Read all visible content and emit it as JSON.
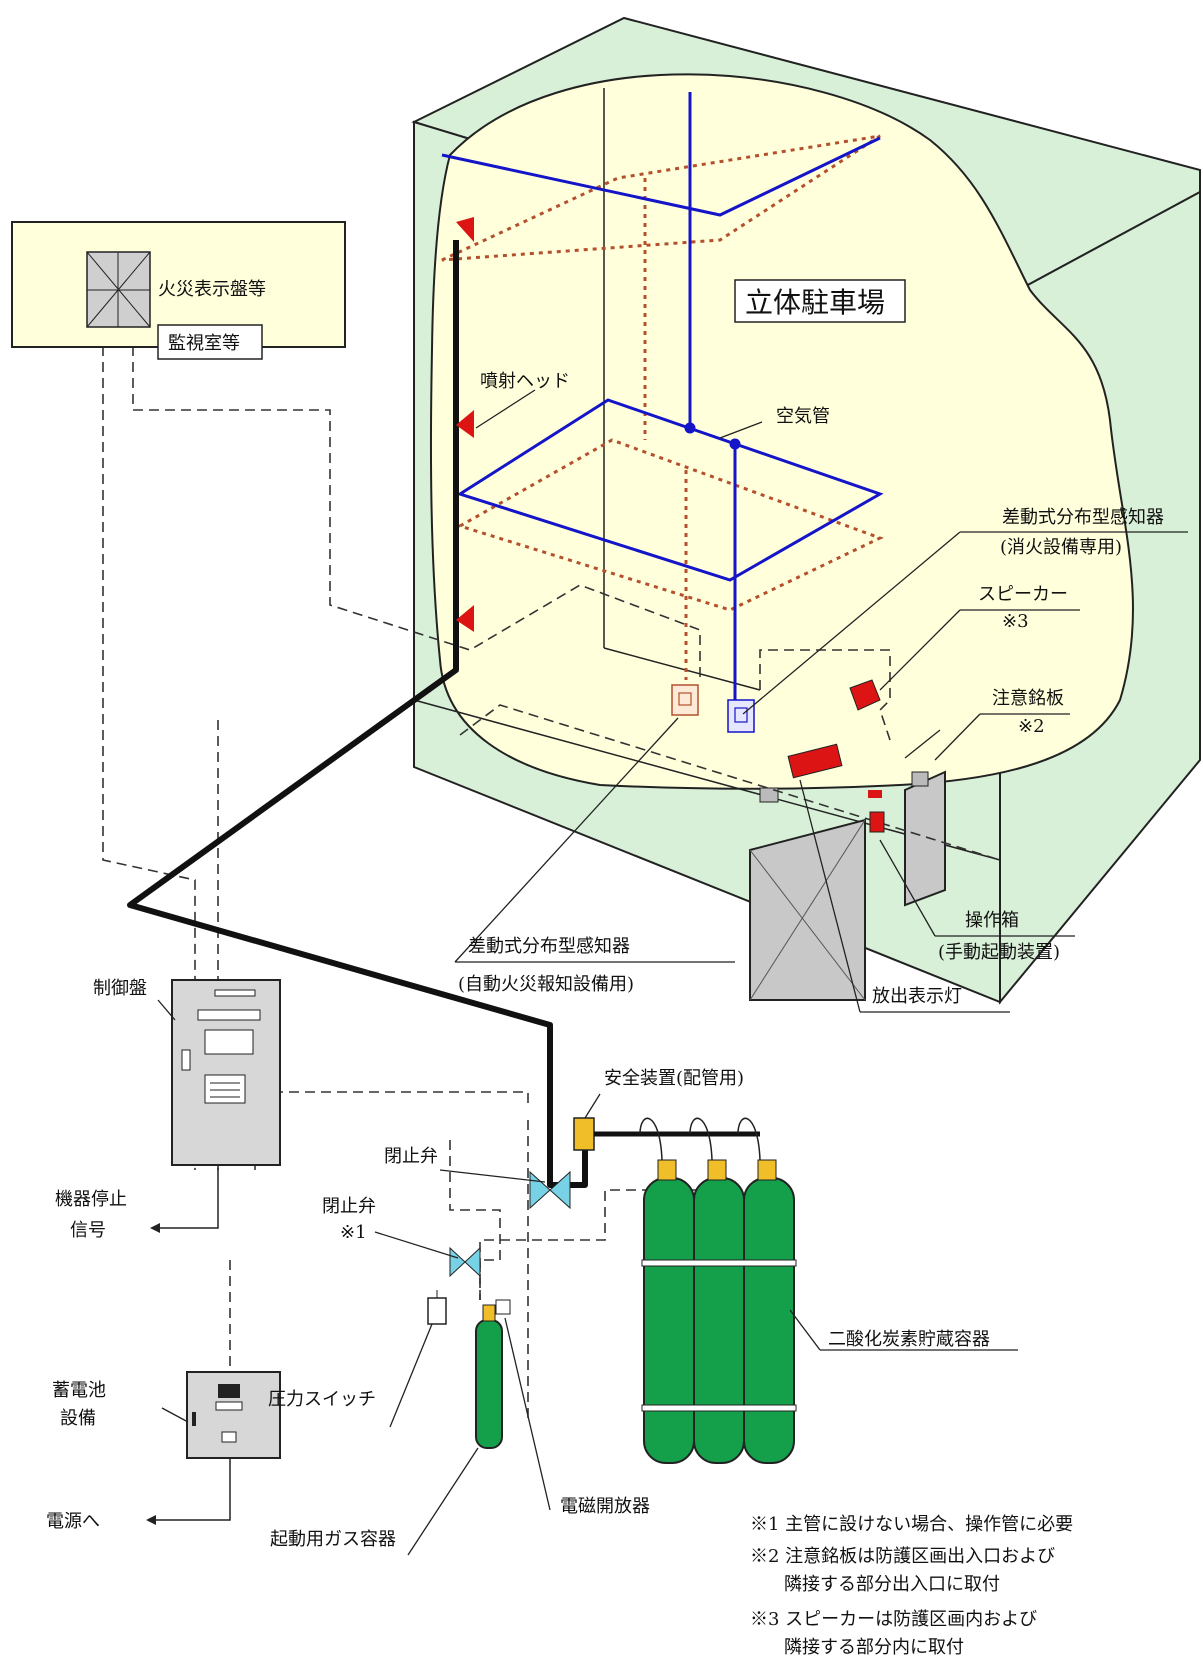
{
  "monitor": {
    "panel_label": "火災表示盤等",
    "room_label": "監視室等"
  },
  "building": {
    "title": "立体駐車場"
  },
  "labels": {
    "nozzle": "噴射ヘッド",
    "air_tube": "空気管",
    "det_ext_name": "差動式分布型感知器",
    "det_ext_note": "(消火設備専用)",
    "speaker": "スピーカー",
    "speaker_ref": "※3",
    "caution_plate": "注意銘板",
    "caution_ref": "※2",
    "op_box": "操作箱",
    "op_box_note": "(手動起動装置)",
    "det_auto_name": "差動式分布型感知器",
    "det_auto_note": "(自動火災報知設備用)",
    "release_lamp": "放出表示灯",
    "safety_device": "安全装置(配管用)",
    "control_panel": "制御盤",
    "stop_valve": "閉止弁",
    "stop_valve2": "閉止弁",
    "stop_valve2_ref": "※1",
    "equip_stop_1": "機器停止",
    "equip_stop_2": "信号",
    "pressure_switch": "圧力スイッチ",
    "battery_1": "蓄電池",
    "battery_2": "設備",
    "power": "電源へ",
    "start_gas": "起動用ガス容器",
    "solenoid": "電磁開放器",
    "co2_storage": "二酸化炭素貯蔵容器"
  },
  "notes": {
    "n1": "※1 主管に設けない場合、操作管に必要",
    "n2a": "※2 注意銘板は防護区画出入口および",
    "n2b": "隣接する部分出入口に取付",
    "n3a": "※3 スピーカーは防護区画内および",
    "n3b": "隣接する部分内に取付"
  },
  "colors": {
    "building_green": "#d8f0d8",
    "interior_yellow": "#ffffdc",
    "air_tube_blue": "#1414c8",
    "detector_line_brown": "#b4502d",
    "device_red": "#dc1414",
    "cylinder_green": "#14a04b",
    "valve_cyan": "#78d2e6",
    "brass": "#f0be28",
    "panel_gray": "#d7d7d7"
  }
}
